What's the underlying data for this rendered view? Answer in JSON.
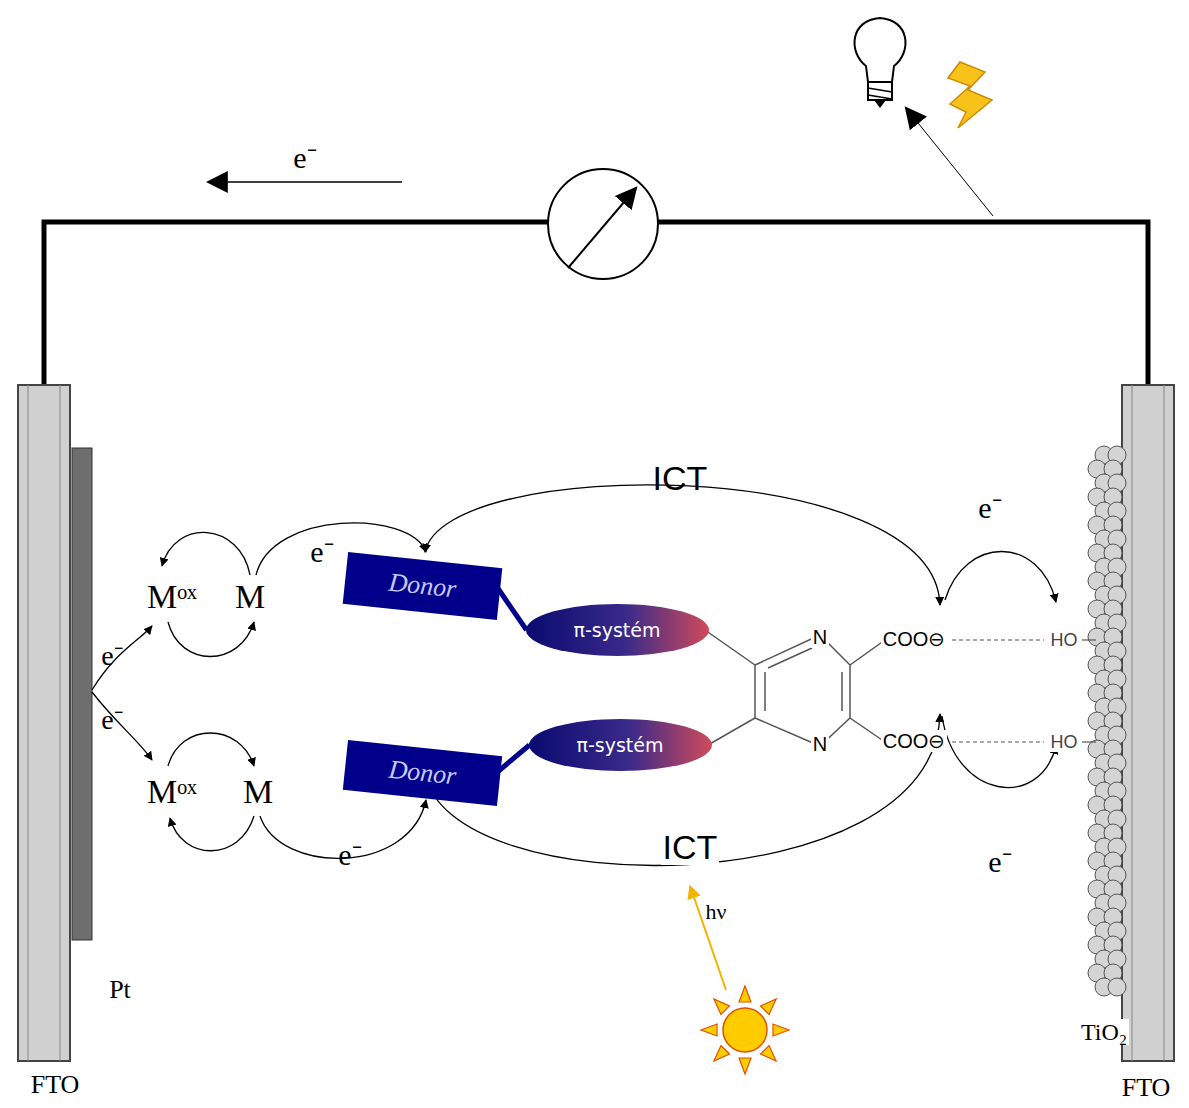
{
  "diagram": {
    "nodes": [
      {
        "text": [
          "Donor"
        ]
      },
      {
        "text": [
          "π-systém"
        ]
      },
      {
        "text": [
          "Donor"
        ]
      },
      {
        "text": [
          "π-systém"
        ]
      }
    ],
    "edges": [
      {
        "from": 0,
        "to": 1,
        "arrow": "none"
      },
      {
        "from": 2,
        "to": 3,
        "arrow": "none"
      }
    ],
    "labels": [
      "e⁻",
      "ICT",
      "e⁻",
      "e⁻",
      "Mᵒˣ",
      "M",
      "e⁻",
      "e⁻",
      "N",
      "COO⊖",
      "HO",
      "N",
      "COO⊖",
      "HO",
      "Mᵒˣ",
      "M",
      "e⁻",
      "ICT",
      "e⁻",
      "hν",
      "Pt",
      "TiO₂",
      "FTO",
      "FTO"
    ]
  }
}
